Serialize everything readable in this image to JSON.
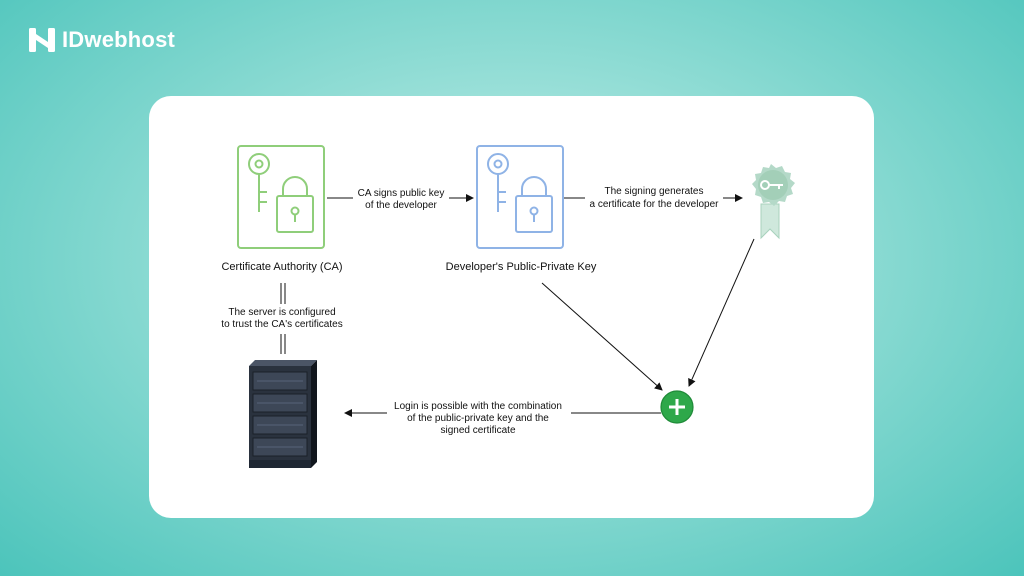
{
  "brand": {
    "name": "IDwebhost"
  },
  "diagram": {
    "nodes": {
      "ca": {
        "label": "Certificate Authority (CA)",
        "icon": "key-lock-document-icon",
        "color": "#8fce7a"
      },
      "dev": {
        "label": "Developer's Public-Private Key",
        "icon": "key-lock-document-icon",
        "color": "#8fb3e6"
      },
      "cert": {
        "icon": "certificate-ribbon-icon",
        "color": "#b4d9c8"
      },
      "combine": {
        "icon": "plus-circle-icon",
        "color": "#2ea84a"
      },
      "server": {
        "icon": "server-rack-icon",
        "color": "#1f2733"
      }
    },
    "edges": {
      "ca_to_dev": [
        "CA signs public key",
        "of the developer"
      ],
      "dev_to_cert": [
        "The signing generates",
        "a certificate for the developer"
      ],
      "ca_server": [
        "The server is configured",
        "to trust the CA's certificates"
      ],
      "combine_to_server": [
        "Login is possible with the combination",
        "of the public-private key and the",
        "signed certificate"
      ]
    }
  }
}
